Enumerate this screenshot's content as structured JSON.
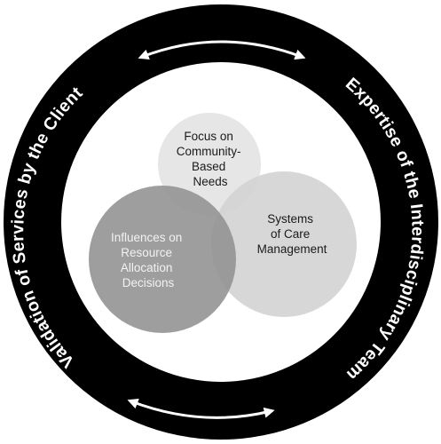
{
  "ring": {
    "left_label": "Validation of Services by the Client",
    "right_label": "Expertise of the Interdisciplinary Team"
  },
  "venn": {
    "top": [
      "Focus on",
      "Community-",
      "Based",
      "Needs"
    ],
    "right": [
      "Systems",
      "of Care",
      "Management"
    ],
    "left": [
      "Influences on",
      "Resource",
      "Allocation",
      "Decisions"
    ]
  },
  "colors": {
    "ring": "#000000",
    "background": "#ffffff",
    "circle_top": "#e6e6e6",
    "circle_right": "#d4d4d4",
    "circle_left": "#939393",
    "text_dark": "#1a1a1a",
    "text_light": "#f2f2f2"
  }
}
